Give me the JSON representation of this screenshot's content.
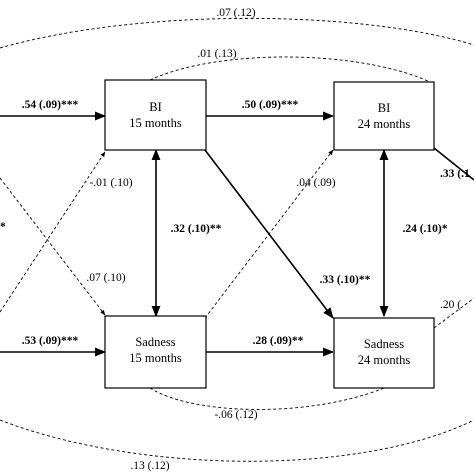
{
  "nodes": {
    "bi15": {
      "line1": "BI",
      "line2": "15 months"
    },
    "bi24": {
      "line1": "BI",
      "line2": "24 months"
    },
    "sad15": {
      "line1": "Sadness",
      "line2": "15 months"
    },
    "sad24": {
      "line1": "Sadness",
      "line2": "24 months"
    }
  },
  "paths": {
    "top_outer_arc": ".07 (.12)",
    "top_inner_arc": ".01 (.13)",
    "bottom_inner_arc": "-.06 (.12)",
    "bottom_outer_arc": ".13 (.12)",
    "in_bi15": ".54 (.09)***",
    "in_sad15": ".53 (.09)***",
    "bi15_bi24": ".50 (.09)***",
    "sad15_sad24": ".28 (.09)**",
    "bi15_sad15_cov": ".32 (.10)**",
    "bi24_sad24_cov": ".24 (.10)*",
    "bi15_sad24": ".33 (.10)**",
    "sad15_bi15_cross": "-.01 (.10)",
    "left_cross": ".07 (.10)",
    "sad15_bi24": ".04 (.09)",
    "out_bi24": ".33 (.1",
    "out_sad24": ".20 (",
    "left_star": "*"
  }
}
